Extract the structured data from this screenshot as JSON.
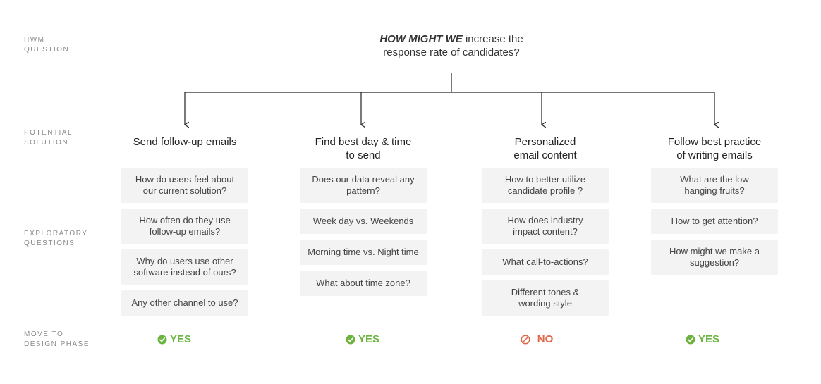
{
  "row_labels": {
    "hwm": [
      "HWM",
      "QUESTION"
    ],
    "solution": [
      "POTENTIAL",
      "SOLUTION"
    ],
    "exploratory": [
      "EXPLORATORY",
      "QUESTIONS"
    ],
    "move": [
      "MOVE TO",
      "DESIGN PHASE"
    ]
  },
  "hmw_question": {
    "emphasis": "HOW MIGHT WE",
    "rest_line1": "increase the",
    "line2": "response rate of candidates?"
  },
  "columns": [
    {
      "solution": [
        "Send follow-up emails"
      ],
      "questions": [
        [
          "How do users feel about",
          "our current solution?"
        ],
        [
          "How often do they use",
          "follow-up emails?"
        ],
        [
          "Why do users use other",
          "software instead of ours?"
        ],
        [
          "Any other channel to use?"
        ]
      ],
      "decision": {
        "label": "YES",
        "status": "yes",
        "icon": "check-circle-icon",
        "color": "#6db33f"
      }
    },
    {
      "solution": [
        "Find best day & time",
        "to send"
      ],
      "questions": [
        [
          "Does our data reveal any",
          "pattern?"
        ],
        [
          "Week day vs. Weekends"
        ],
        [
          "Morning time vs. Night time"
        ],
        [
          "What about time zone?"
        ]
      ],
      "decision": {
        "label": "YES",
        "status": "yes",
        "icon": "check-circle-icon",
        "color": "#6db33f"
      }
    },
    {
      "solution": [
        "Personalized",
        "email content"
      ],
      "questions": [
        [
          "How to better utilize",
          "candidate profile ?"
        ],
        [
          "How does industry",
          "impact content?"
        ],
        [
          "What call-to-actions?"
        ],
        [
          "Different tones &",
          "wording style"
        ]
      ],
      "decision": {
        "label": "NO",
        "status": "no",
        "icon": "prohibited-icon",
        "color": "#e0664a"
      }
    },
    {
      "solution": [
        "Follow best practice",
        "of writing emails"
      ],
      "questions": [
        [
          "What are the low",
          "hanging fruits?"
        ],
        [
          "How to get attention?"
        ],
        [
          "How might we make a",
          "suggestion?"
        ]
      ],
      "decision": {
        "label": "YES",
        "status": "yes",
        "icon": "check-circle-icon",
        "color": "#6db33f"
      }
    }
  ]
}
